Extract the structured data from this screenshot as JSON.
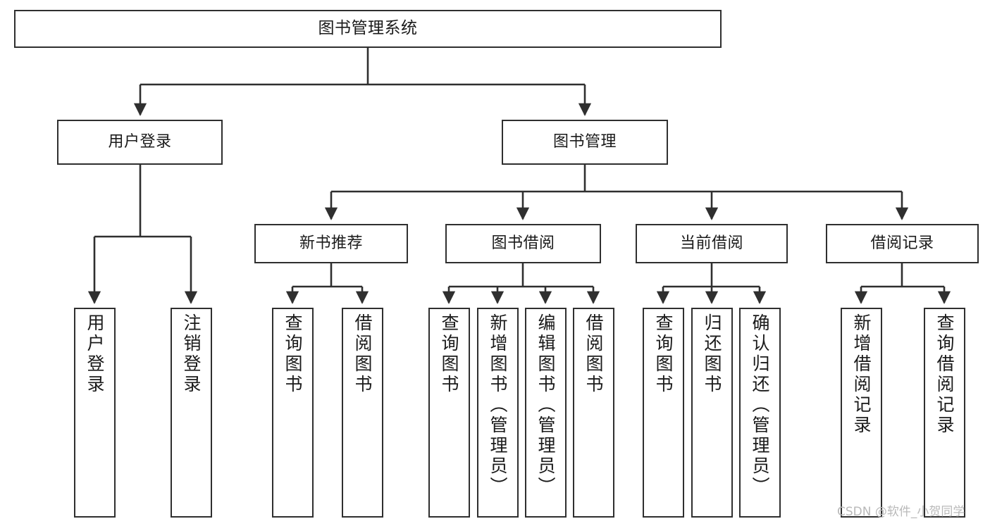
{
  "diagram": {
    "title": "图书管理系统",
    "watermark": "CSDN @软件_小贺同学",
    "colors": {
      "box_border": "#2f2f2f",
      "box_fill": "#ffffff",
      "edge": "#2f2f2f",
      "text": "#1a1a1a",
      "watermark": "#b9b9b9",
      "background": "#ffffff"
    },
    "nodes": {
      "root": {
        "label": "图书管理系统"
      },
      "level2": [
        {
          "label": "用户登录"
        },
        {
          "label": "图书管理"
        }
      ],
      "level3": [
        {
          "label": "新书推荐"
        },
        {
          "label": "图书借阅"
        },
        {
          "label": "当前借阅"
        },
        {
          "label": "借阅记录"
        }
      ],
      "leaves": {
        "user_login": [
          {
            "label": "用户登录"
          },
          {
            "label": "注销登录"
          }
        ],
        "new_book_recommend": [
          {
            "label": "查询图书"
          },
          {
            "label": "借阅图书"
          }
        ],
        "book_borrow": [
          {
            "label": "查询图书"
          },
          {
            "label": "新增图书（管理员）"
          },
          {
            "label": "编辑图书（管理员）"
          },
          {
            "label": "借阅图书"
          }
        ],
        "current_borrow": [
          {
            "label": "查询图书"
          },
          {
            "label": "归还图书"
          },
          {
            "label": "确认归还（管理员）"
          }
        ],
        "borrow_record": [
          {
            "label": "新增借阅记录"
          },
          {
            "label": "查询借阅记录"
          }
        ]
      }
    }
  }
}
